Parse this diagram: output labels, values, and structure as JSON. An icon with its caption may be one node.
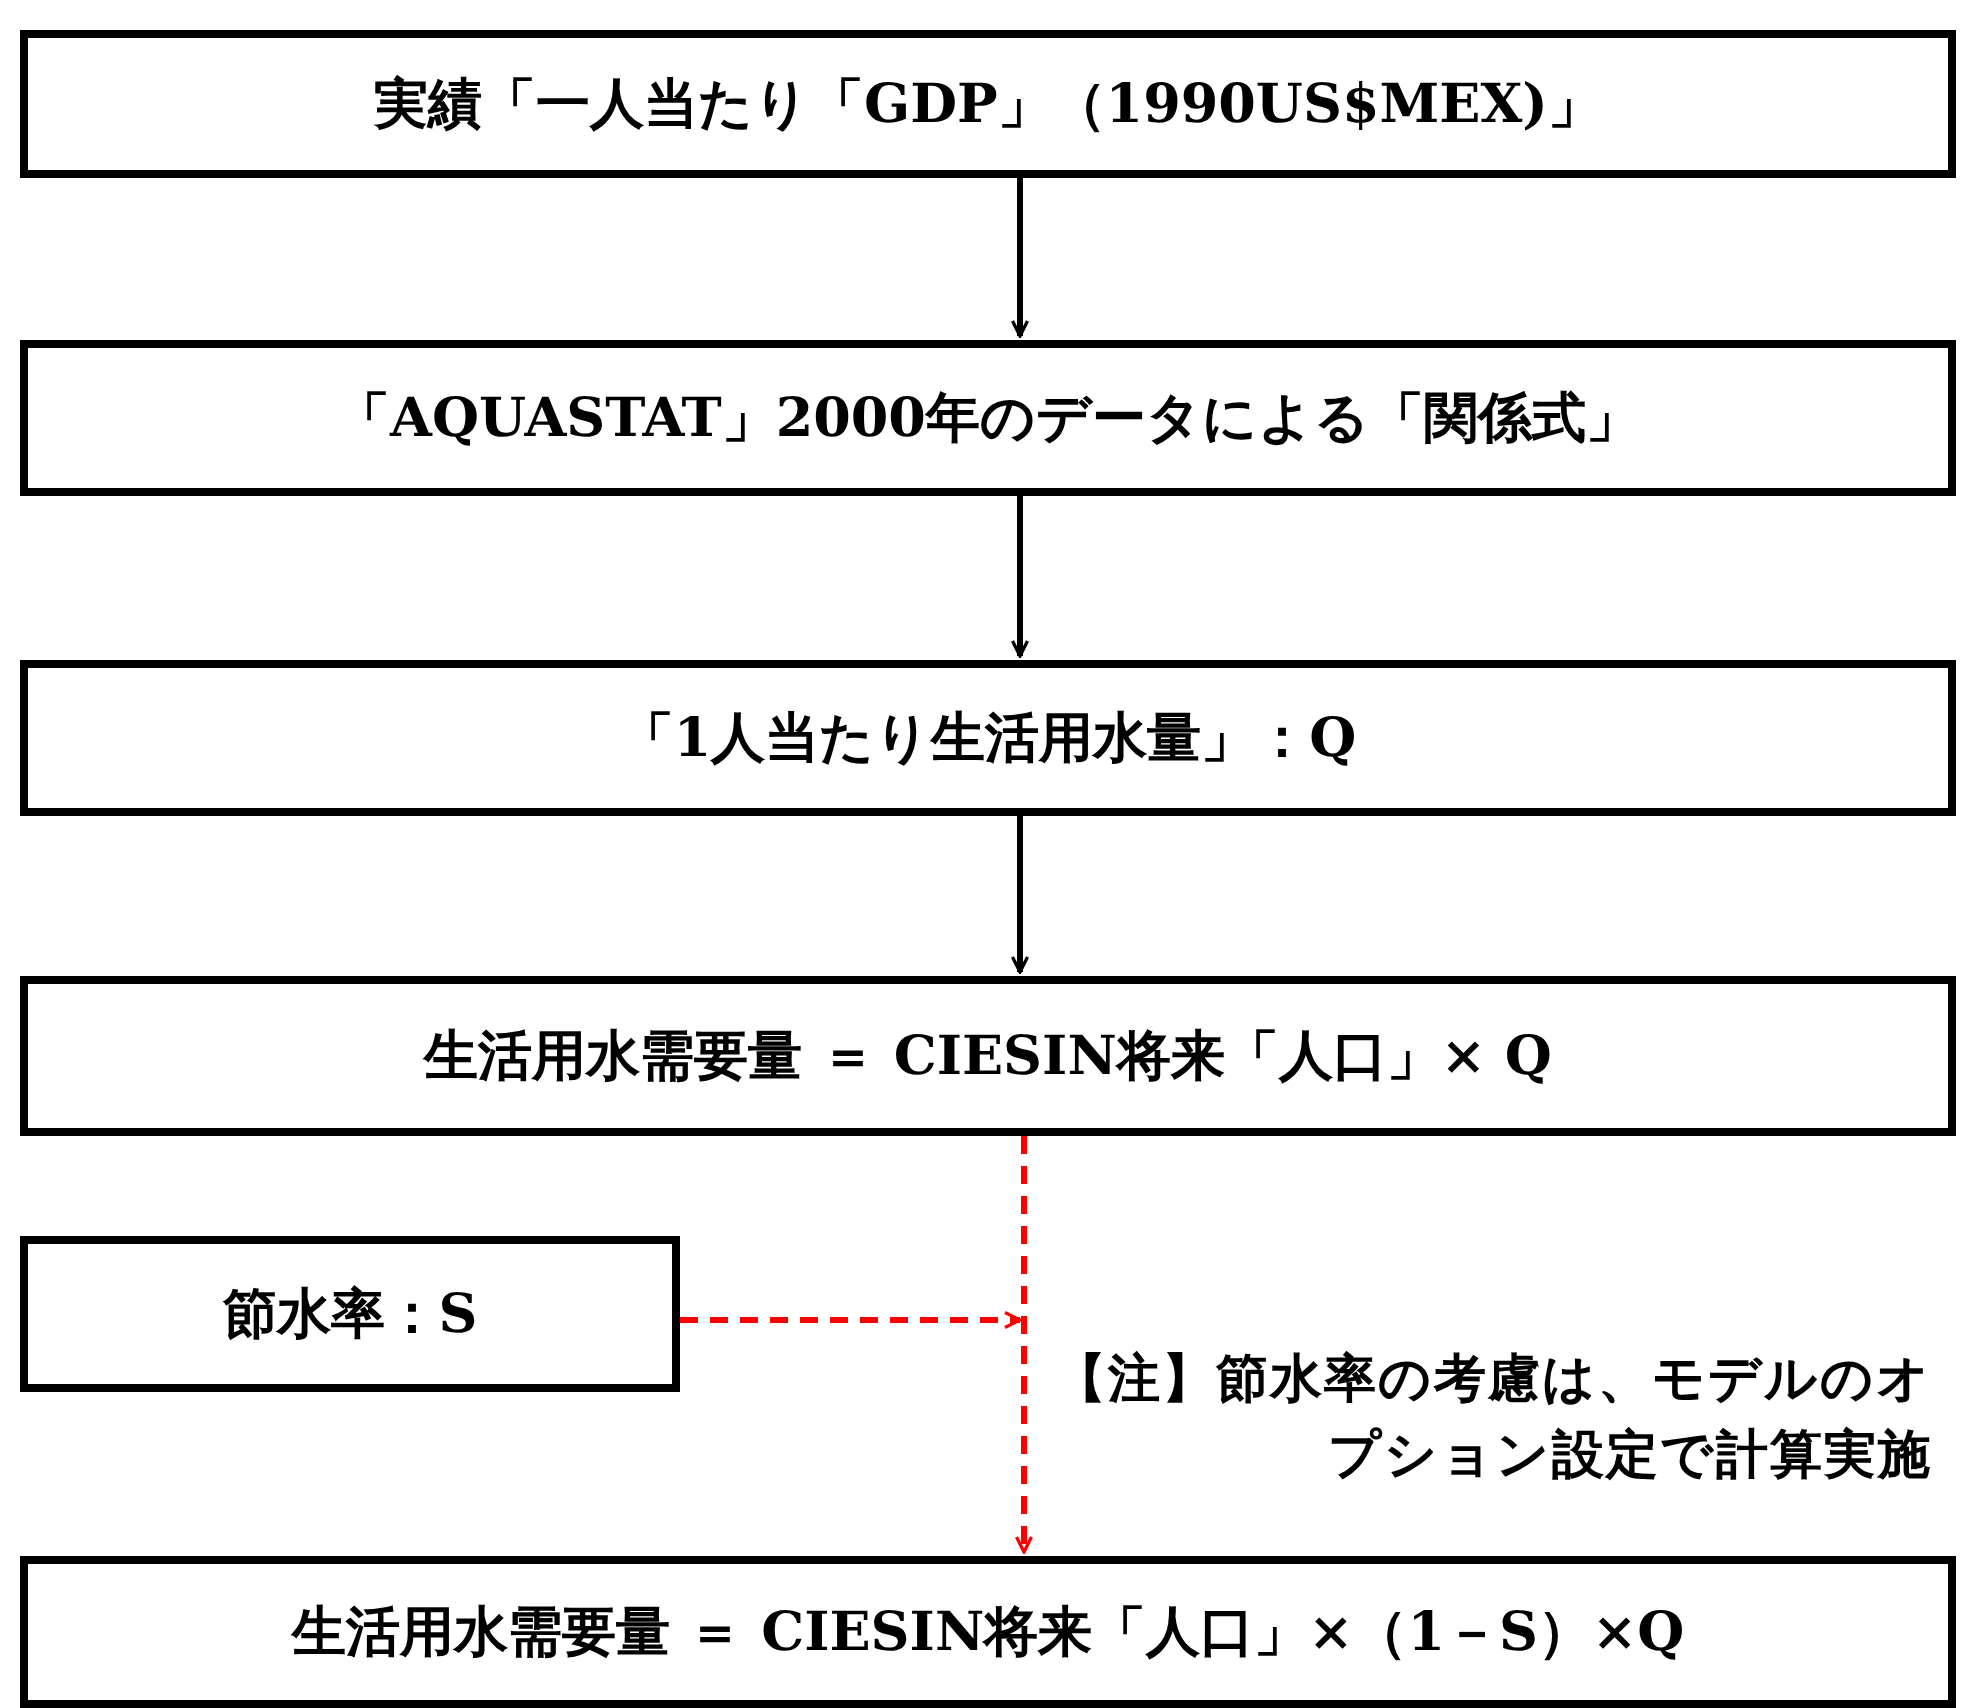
{
  "diagram": {
    "nodes": [
      {
        "text": [
          "実績「一人当たり「GDP」（1990US$MEX)」"
        ]
      },
      {
        "text": [
          "「AQUASTAT」2000年のデータによる「関係式」"
        ]
      },
      {
        "text": [
          "「1人当たり生活用水量」：Q"
        ]
      },
      {
        "text": [
          "生活用水需要量 ＝ CIESIN将来「人口」× Q"
        ]
      },
      {
        "text": [
          "節水率：S"
        ]
      },
      {
        "text": [
          "生活用水需要量 ＝ CIESIN将来「人口」×（1－S）×Q"
        ]
      }
    ],
    "edges": [
      {
        "from": 0,
        "to": 1,
        "arrow": "to"
      },
      {
        "from": 1,
        "to": 2,
        "arrow": "to"
      },
      {
        "from": 2,
        "to": 3,
        "arrow": "to"
      },
      {
        "from": 3,
        "to": 5,
        "arrow": "to",
        "style": "dashed",
        "color": "#ff0000"
      },
      {
        "from": 4,
        "to": null,
        "arrow": "to",
        "style": "dashed",
        "color": "#ff0000"
      }
    ],
    "labels": [
      "【注】節水率の考慮は、モデルのオプション設定で計算実施"
    ]
  }
}
